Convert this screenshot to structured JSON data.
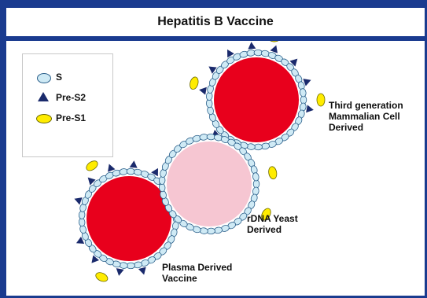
{
  "title": "Hepatitis B Vaccine",
  "legend": {
    "s": "S",
    "pre_s2": "Pre-S2",
    "pre_s1": "Pre-S1"
  },
  "particles": {
    "plasma": "Plasma Derived\nVaccine",
    "yeast": "rDNA Yeast\nDerived",
    "mammalian": "Third generation\nMammalian Cell\nDerived"
  },
  "colors": {
    "background_frame": "#1a3b8f",
    "core_red": "#e8001c",
    "core_pink": "#f6c6d2",
    "s_protein": "#cfeaf5",
    "pre_s2": "#1a2a6c",
    "pre_s1": "#ffec00"
  }
}
